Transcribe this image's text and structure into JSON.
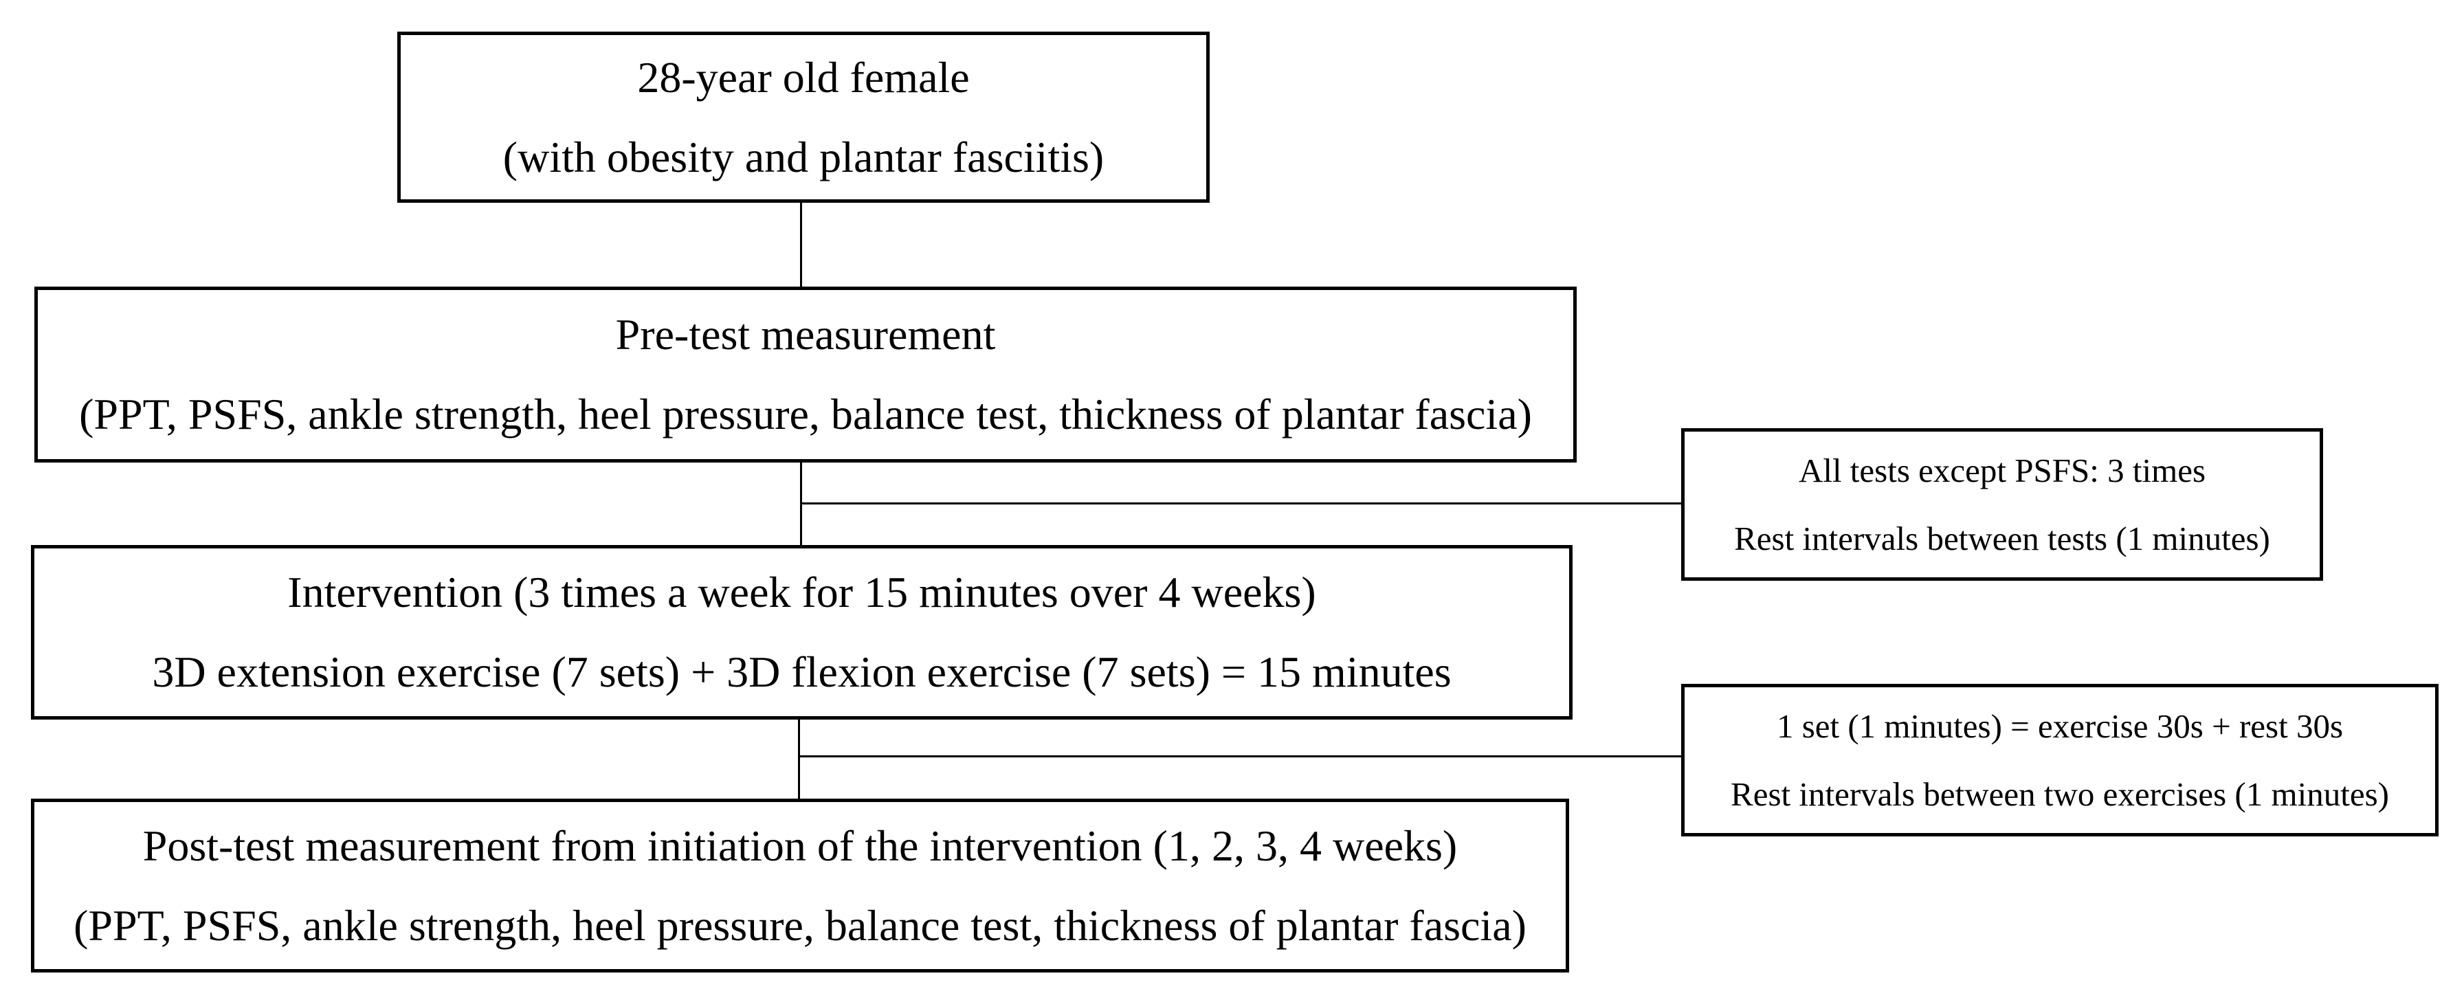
{
  "diagram": {
    "type": "flowchart",
    "colors": {
      "border": "#000000",
      "text": "#000000",
      "background": "#ffffff"
    },
    "boxes": {
      "participant": {
        "line1": "28-year old female",
        "line2": "(with obesity and plantar fasciitis)"
      },
      "pretest": {
        "line1": "Pre-test measurement",
        "line2": "(PPT, PSFS, ankle strength, heel pressure, balance test, thickness of plantar fascia)"
      },
      "tests_note": {
        "line1": "All tests except PSFS: 3 times",
        "line2": "Rest intervals between tests (1 minutes)"
      },
      "intervention": {
        "line1": "Intervention (3 times a week for 15 minutes over 4 weeks)",
        "line2": "3D extension exercise (7 sets) + 3D flexion exercise (7 sets) = 15 minutes"
      },
      "sets_note": {
        "line1": "1 set (1 minutes) = exercise 30s + rest 30s",
        "line2": "Rest intervals between two exercises (1 minutes)"
      },
      "posttest": {
        "line1": "Post-test measurement from initiation of the intervention (1, 2, 3, 4 weeks)",
        "line2": "(PPT, PSFS, ankle strength, heel pressure, balance test, thickness of plantar fascia)"
      }
    }
  }
}
